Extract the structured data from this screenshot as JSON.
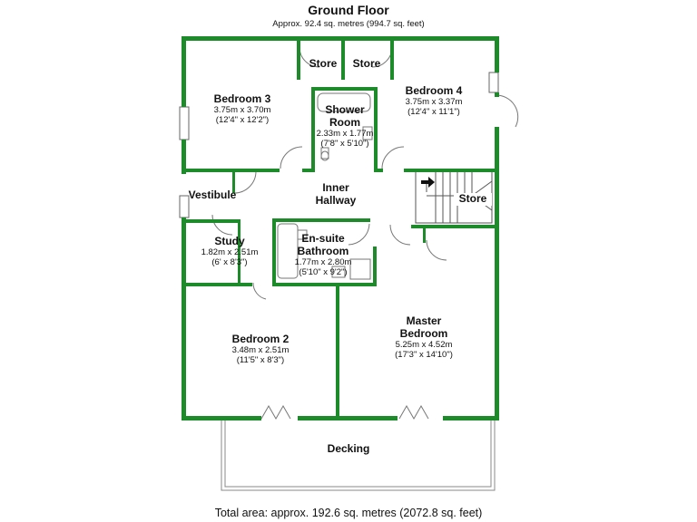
{
  "header": {
    "title": "Ground Floor",
    "subtitle": "Approx. 92.4 sq. metres (994.7 sq. feet)"
  },
  "footer": {
    "total_area": "Total area: approx. 192.6 sq. metres (2072.8 sq. feet)"
  },
  "colors": {
    "wall": "#1e8b2a",
    "thin_line": "#666666",
    "text": "#111111"
  },
  "rooms": {
    "bedroom3": {
      "name": "Bedroom 3",
      "dim_m": "3.75m x 3.70m",
      "dim_ft": "(12'4\" x 12'2\")"
    },
    "bedroom4": {
      "name": "Bedroom 4",
      "dim_m": "3.75m x 3.37m",
      "dim_ft": "(12'4\" x 11'1\")"
    },
    "store_left": {
      "name": "Store"
    },
    "store_right": {
      "name": "Store"
    },
    "shower": {
      "name_line1": "Shower",
      "name_line2": "Room",
      "dim_m": "2.33m x 1.77m",
      "dim_ft": "(7'8\" x 5'10\")"
    },
    "vestibule": {
      "name": "Vestibule"
    },
    "hallway": {
      "name_line1": "Inner",
      "name_line2": "Hallway"
    },
    "store_stair": {
      "name": "Store"
    },
    "study": {
      "name": "Study",
      "dim_m": "1.82m x 2.51m",
      "dim_ft": "(6' x 8'3\")"
    },
    "ensuite": {
      "name_line1": "En-suite",
      "name_line2": "Bathroom",
      "dim_m": "1.77m x 2.80m",
      "dim_ft": "(5'10\" x 9'2\")"
    },
    "bedroom2": {
      "name": "Bedroom 2",
      "dim_m": "3.48m x 2.51m",
      "dim_ft": "(11'5\" x 8'3\")"
    },
    "master": {
      "name_line1": "Master",
      "name_line2": "Bedroom",
      "dim_m": "5.25m x 4.52m",
      "dim_ft": "(17'3\" x 14'10\")"
    },
    "decking": {
      "name": "Decking"
    }
  }
}
